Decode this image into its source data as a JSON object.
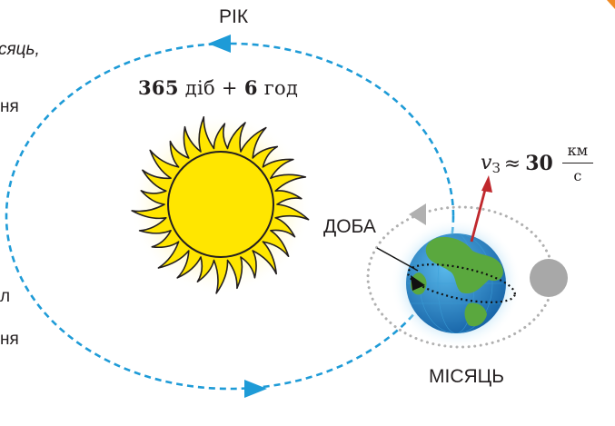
{
  "labels": {
    "year": "РІК",
    "day": "ДОБА",
    "moon": "МІСЯЦЬ",
    "period_days": "365",
    "period_days_word": "діб",
    "period_plus": "+",
    "period_hours": "6",
    "period_hours_word": "год",
    "speed_var": "v",
    "speed_sub": "З",
    "speed_approx": "≈",
    "speed_value": "30",
    "speed_unit_num": "км",
    "speed_unit_den": "с"
  },
  "fragments": {
    "left_top": "сяць,",
    "left_1": "ня",
    "left_2": "л",
    "left_3": "ня"
  },
  "colors": {
    "orbit": "#1e9bd7",
    "moon_orbit": "#b0b0b0",
    "sun_fill": "#ffe600",
    "sun_outline": "#231f20",
    "velocity_arrow": "#c0282d",
    "moon": "#a8a8a8",
    "earth_ocean": "#1f86c8",
    "earth_land": "#5aa83e",
    "text": "#231f20"
  },
  "icons": {
    "sun": "sun-icon",
    "earth": "earth-globe-icon",
    "moon": "moon-icon"
  }
}
